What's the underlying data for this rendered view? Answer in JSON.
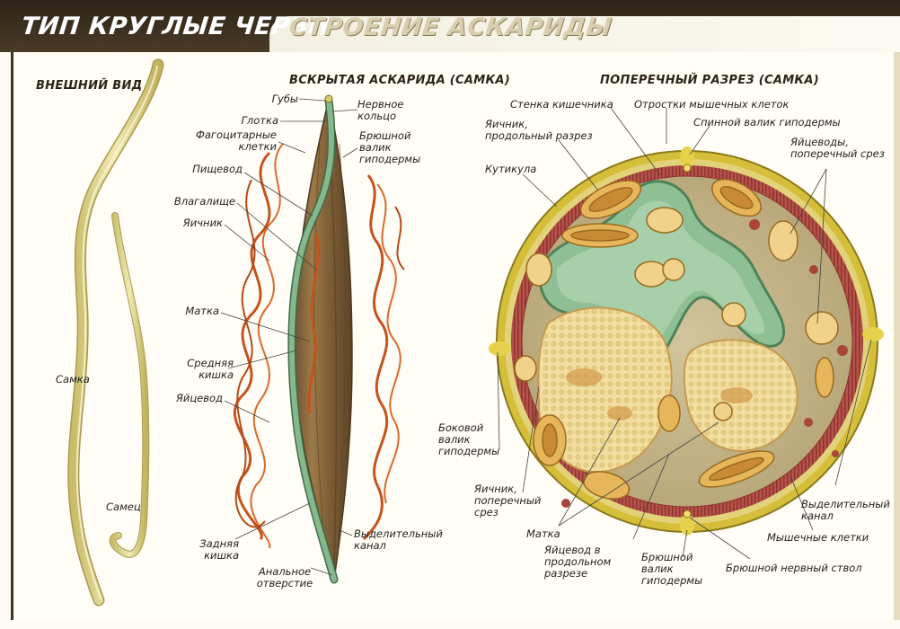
{
  "header": {
    "title": "ТИП КРУГЛЫЕ ЧЕРВИ",
    "subtitle": "СТРОЕНИЕ АСКАРИДЫ"
  },
  "sections": {
    "external": "ВНЕШНИЙ ВИД",
    "dissected": "ВСКРЫТАЯ АСКАРИДА (САМКА)",
    "cross_section": "ПОПЕРЕЧНЫЙ РАЗРЕЗ (САМКА)"
  },
  "external_labels": {
    "female": "Самка",
    "male": "Самец"
  },
  "dissected_labels": {
    "lips": "Губы",
    "nerve_ring": "Нервное\nкольцо",
    "pharynx": "Глотка",
    "phagocytic_cells": "Фагоцитарные\nклетки",
    "ventral_ridge": "Брюшной\nвалик\nгиподермы",
    "esophagus": "Пищевод",
    "vagina": "Влагалище",
    "ovary": "Яичник",
    "uterus": "Матка",
    "midgut": "Средняя\nкишка",
    "oviduct": "Яйцевод",
    "hindgut": "Задняя\nкишка",
    "excretory_canal": "Выделительный\nканал",
    "anus": "Анальное\nотверстие"
  },
  "cross_labels": {
    "intestine_wall": "Стенка кишечника",
    "muscle_processes": "Отростки мышечных клеток",
    "dorsal_ridge": "Спинной валик гиподермы",
    "ovary_longitudinal": "Яичник,\nпродольный разрез",
    "oviducts_cross": "Яйцеводы,\nпоперечный срез",
    "cuticle": "Кутикула",
    "lateral_ridge": "Боковой\nвалик\nгиподермы",
    "ovary_cross": "Яичник,\nпоперечный\nсрез",
    "uterus": "Матка",
    "oviduct_longitudinal": "Яйцевод в\nпродольном\nразрезе",
    "ventral_ridge": "Брюшной\nвалик\nгиподермы",
    "ventral_nerve": "Брюшной нервный ствол",
    "excretory_canal": "Выделительный\nканал",
    "muscle_cells": "Мышечные клетки"
  },
  "colors": {
    "header_dark": "#3e3120",
    "worm_body": "#e6dc97",
    "dissected_body": "#8a6a3c",
    "intestine_green": "#7fb08a",
    "reproductive_red": "#c4541c",
    "cross_outer": "#d9c24a",
    "cross_muscle": "#a8463a",
    "cross_inner": "#c9b98e"
  }
}
